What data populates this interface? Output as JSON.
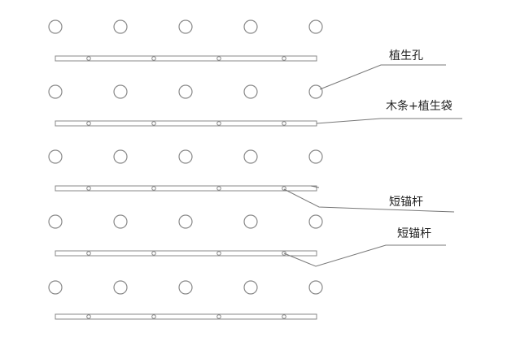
{
  "labels": {
    "planting_hole": "植生孔",
    "wood_strip_bag": "木条+植生袋",
    "short_anchor_1": "短锚杆",
    "short_anchor_2": "短锚杆"
  },
  "colors": {
    "stroke": "#888888",
    "leader": "#777777",
    "text": "#222222"
  }
}
